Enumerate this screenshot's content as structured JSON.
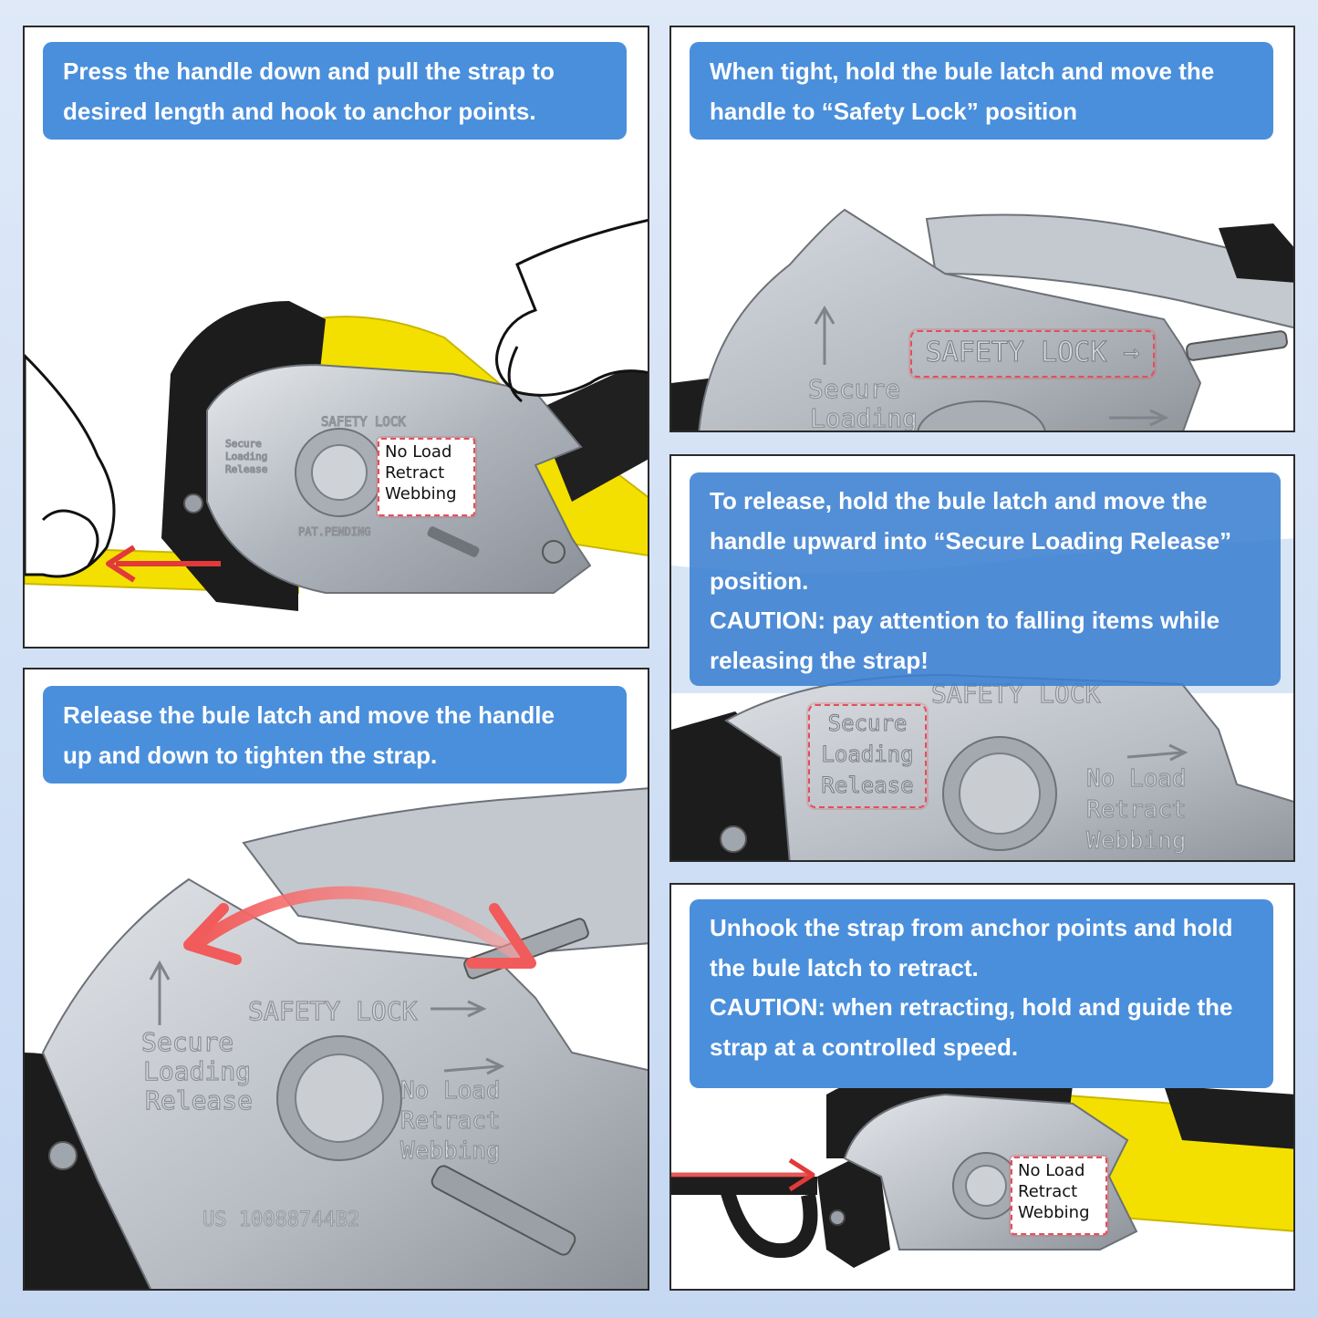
{
  "panels": {
    "p1": {
      "caption_lines": [
        "Press the handle down and pull the strap to",
        "desired length and hook to anchor points."
      ],
      "stamp_safety_lock": "SAFETY LOCK",
      "stamp_secure": [
        "Secure",
        "Loading",
        "Release"
      ],
      "stamp_pat": "PAT.PENDING",
      "label_lines": [
        "No Load",
        "Retract",
        "Webbing"
      ]
    },
    "p2": {
      "caption_lines": [
        "When tight, hold the bule latch and move the",
        "handle to “Safety Lock” position"
      ],
      "stamp_safety_lock": "SAFETY LOCK",
      "stamp_secure": [
        "Secure",
        "Loading"
      ]
    },
    "p3": {
      "caption_lines": [
        "To release, hold the bule latch and move the",
        "handle upward into “Secure Loading Release”",
        "position.",
        "CAUTION: pay attention to falling items while",
        "releasing the strap!"
      ],
      "stamp_safety_lock": "SAFETY LOCK",
      "stamp_secure": [
        "Secure",
        "Loading",
        "Release"
      ],
      "stamp_noload": [
        "No Load",
        "Retract",
        "Webbing"
      ]
    },
    "p4": {
      "caption_lines": [
        "Release the bule latch and move the handle",
        "up and down to tighten the strap."
      ],
      "stamp_safety_lock": "SAFETY LOCK",
      "stamp_secure": [
        "Secure",
        "Loading",
        "Release"
      ],
      "stamp_noload": [
        "No Load",
        "Retract",
        "Webbing"
      ],
      "stamp_patent": "US 10088744B2"
    },
    "p5": {
      "caption_lines": [
        "Unhook the strap from anchor points and hold",
        "the bule latch to retract.",
        "CAUTION: when retracting, hold and guide the",
        "strap at a controlled speed."
      ],
      "label_lines": [
        "No Load",
        "Retract",
        "Webbing"
      ]
    }
  },
  "colors": {
    "caption_bg": "#4a8fdc",
    "strap_yellow": "#f4e000",
    "metal": "#b9bec5",
    "highlight_red": "#e0505a"
  }
}
